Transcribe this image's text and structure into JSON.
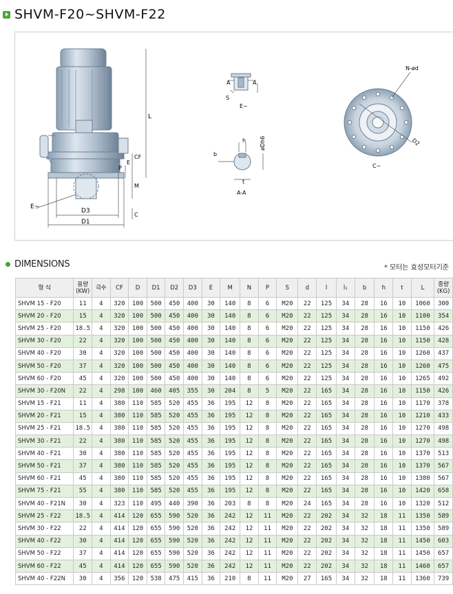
{
  "title": "SHVM-F20~SHVM-F22",
  "section_title": "DIMENSIONS",
  "note": "* 모터는 효성모터기준",
  "diagram_labels": {
    "L": "L",
    "CF": "CF",
    "E": "E",
    "P": "P",
    "M": "M",
    "C": "C",
    "D3": "D3",
    "D1": "D1",
    "E_view": "E~",
    "A": "A",
    "S": "S",
    "E_view2": "E~",
    "h": "h",
    "b": "b",
    "t": "t",
    "phiDh6": "øDh6",
    "section": "A-A",
    "N_phi_d": "N-ød",
    "D2": "D2",
    "C_view": "C~"
  },
  "headers": [
    {
      "l1": "형  식",
      "l2": ""
    },
    {
      "l1": "용량",
      "l2": "(KW)"
    },
    {
      "l1": "극수",
      "l2": ""
    },
    {
      "l1": "CF",
      "l2": ""
    },
    {
      "l1": "D",
      "l2": ""
    },
    {
      "l1": "D1",
      "l2": ""
    },
    {
      "l1": "D2",
      "l2": ""
    },
    {
      "l1": "D3",
      "l2": ""
    },
    {
      "l1": "E",
      "l2": ""
    },
    {
      "l1": "M",
      "l2": ""
    },
    {
      "l1": "N",
      "l2": ""
    },
    {
      "l1": "P",
      "l2": ""
    },
    {
      "l1": "S",
      "l2": ""
    },
    {
      "l1": "d",
      "l2": ""
    },
    {
      "l1": "l",
      "l2": ""
    },
    {
      "l1": "l₁",
      "l2": ""
    },
    {
      "l1": "b",
      "l2": ""
    },
    {
      "l1": "h",
      "l2": ""
    },
    {
      "l1": "t",
      "l2": ""
    },
    {
      "l1": "L",
      "l2": ""
    },
    {
      "l1": "중량",
      "l2": "(KG)"
    }
  ],
  "rows": [
    [
      "SHVM 15 - F20",
      "11",
      "4",
      "320",
      "100",
      "500",
      "450",
      "400",
      "30",
      "140",
      "8",
      "6",
      "M20",
      "22",
      "125",
      "34",
      "28",
      "16",
      "10",
      "1060",
      "300"
    ],
    [
      "SHVM 20 - F20",
      "15",
      "4",
      "320",
      "100",
      "500",
      "450",
      "400",
      "30",
      "140",
      "8",
      "6",
      "M20",
      "22",
      "125",
      "34",
      "28",
      "16",
      "10",
      "1100",
      "354"
    ],
    [
      "SHVM 25 - F20",
      "18.5",
      "4",
      "320",
      "100",
      "500",
      "450",
      "400",
      "30",
      "140",
      "8",
      "6",
      "M20",
      "22",
      "125",
      "34",
      "28",
      "16",
      "10",
      "1150",
      "426"
    ],
    [
      "SHVM 30 - F20",
      "22",
      "4",
      "320",
      "100",
      "500",
      "450",
      "400",
      "30",
      "140",
      "8",
      "6",
      "M20",
      "22",
      "125",
      "34",
      "28",
      "16",
      "10",
      "1150",
      "428"
    ],
    [
      "SHVM 40 - F20",
      "30",
      "4",
      "320",
      "100",
      "500",
      "450",
      "400",
      "30",
      "140",
      "8",
      "6",
      "M20",
      "22",
      "125",
      "34",
      "28",
      "16",
      "10",
      "1260",
      "437"
    ],
    [
      "SHVM 50 - F20",
      "37",
      "4",
      "320",
      "100",
      "500",
      "450",
      "400",
      "30",
      "140",
      "8",
      "6",
      "M20",
      "22",
      "125",
      "34",
      "28",
      "16",
      "10",
      "1260",
      "475"
    ],
    [
      "SHVM 60 - F20",
      "45",
      "4",
      "320",
      "100",
      "500",
      "450",
      "400",
      "30",
      "140",
      "8",
      "6",
      "M20",
      "22",
      "125",
      "34",
      "28",
      "16",
      "10",
      "1265",
      "492"
    ],
    [
      "SHVM 30 - F20N",
      "22",
      "4",
      "298",
      "100",
      "460",
      "405",
      "355",
      "30",
      "204",
      "8",
      "5",
      "M20",
      "22",
      "165",
      "34",
      "28",
      "16",
      "10",
      "1150",
      "426"
    ],
    [
      "SHVM 15 - F21",
      "11",
      "4",
      "380",
      "110",
      "585",
      "520",
      "455",
      "36",
      "195",
      "12",
      "8",
      "M20",
      "22",
      "165",
      "34",
      "28",
      "16",
      "10",
      "1170",
      "378"
    ],
    [
      "SHVM 20 - F21",
      "15",
      "4",
      "380",
      "110",
      "585",
      "520",
      "455",
      "36",
      "195",
      "12",
      "8",
      "M20",
      "22",
      "165",
      "34",
      "28",
      "16",
      "10",
      "1210",
      "433"
    ],
    [
      "SHVM 25 - F21",
      "18.5",
      "4",
      "380",
      "110",
      "585",
      "520",
      "455",
      "36",
      "195",
      "12",
      "8",
      "M20",
      "22",
      "165",
      "34",
      "28",
      "16",
      "10",
      "1270",
      "498"
    ],
    [
      "SHVM 30 - F21",
      "22",
      "4",
      "380",
      "110",
      "585",
      "520",
      "455",
      "36",
      "195",
      "12",
      "8",
      "M20",
      "22",
      "165",
      "34",
      "28",
      "16",
      "10",
      "1270",
      "498"
    ],
    [
      "SHVM 40 - F21",
      "30",
      "4",
      "380",
      "110",
      "585",
      "520",
      "455",
      "36",
      "195",
      "12",
      "8",
      "M20",
      "22",
      "165",
      "34",
      "28",
      "16",
      "10",
      "1370",
      "513"
    ],
    [
      "SHVM 50 - F21",
      "37",
      "4",
      "380",
      "110",
      "585",
      "520",
      "455",
      "36",
      "195",
      "12",
      "8",
      "M20",
      "22",
      "165",
      "34",
      "28",
      "16",
      "10",
      "1370",
      "567"
    ],
    [
      "SHVM 60 - F21",
      "45",
      "4",
      "380",
      "110",
      "585",
      "520",
      "455",
      "36",
      "195",
      "12",
      "8",
      "M20",
      "22",
      "165",
      "34",
      "28",
      "16",
      "10",
      "1380",
      "567"
    ],
    [
      "SHVM 75 - F21",
      "55",
      "4",
      "380",
      "110",
      "585",
      "520",
      "455",
      "36",
      "195",
      "12",
      "8",
      "M20",
      "22",
      "165",
      "34",
      "28",
      "16",
      "10",
      "1420",
      "658"
    ],
    [
      "SHVM 40 - F21N",
      "30",
      "4",
      "323",
      "110",
      "495",
      "440",
      "390",
      "36",
      "203",
      "8",
      "8",
      "M20",
      "24",
      "165",
      "34",
      "28",
      "16",
      "10",
      "1320",
      "512"
    ],
    [
      "SHVM 25 - F22",
      "18.5",
      "4",
      "414",
      "120",
      "655",
      "590",
      "520",
      "36",
      "242",
      "12",
      "11",
      "M20",
      "22",
      "202",
      "34",
      "32",
      "18",
      "11",
      "1350",
      "589"
    ],
    [
      "SHVM 30 - F22",
      "22",
      "4",
      "414",
      "120",
      "655",
      "590",
      "520",
      "36",
      "242",
      "12",
      "11",
      "M20",
      "22",
      "202",
      "34",
      "32",
      "18",
      "11",
      "1350",
      "589"
    ],
    [
      "SHVM 40 - F22",
      "30",
      "4",
      "414",
      "120",
      "655",
      "590",
      "520",
      "36",
      "242",
      "12",
      "11",
      "M20",
      "22",
      "202",
      "34",
      "32",
      "18",
      "11",
      "1450",
      "603"
    ],
    [
      "SHVM 50 - F22",
      "37",
      "4",
      "414",
      "120",
      "655",
      "590",
      "520",
      "36",
      "242",
      "12",
      "11",
      "M20",
      "22",
      "202",
      "34",
      "32",
      "18",
      "11",
      "1450",
      "657"
    ],
    [
      "SHVM 60 - F22",
      "45",
      "4",
      "414",
      "120",
      "655",
      "590",
      "520",
      "36",
      "242",
      "12",
      "11",
      "M20",
      "22",
      "202",
      "34",
      "32",
      "18",
      "11",
      "1460",
      "657"
    ],
    [
      "SHVM 40 - F22N",
      "30",
      "4",
      "356",
      "120",
      "538",
      "475",
      "415",
      "36",
      "210",
      "8",
      "11",
      "M20",
      "27",
      "165",
      "34",
      "32",
      "18",
      "11",
      "1360",
      "739"
    ]
  ]
}
